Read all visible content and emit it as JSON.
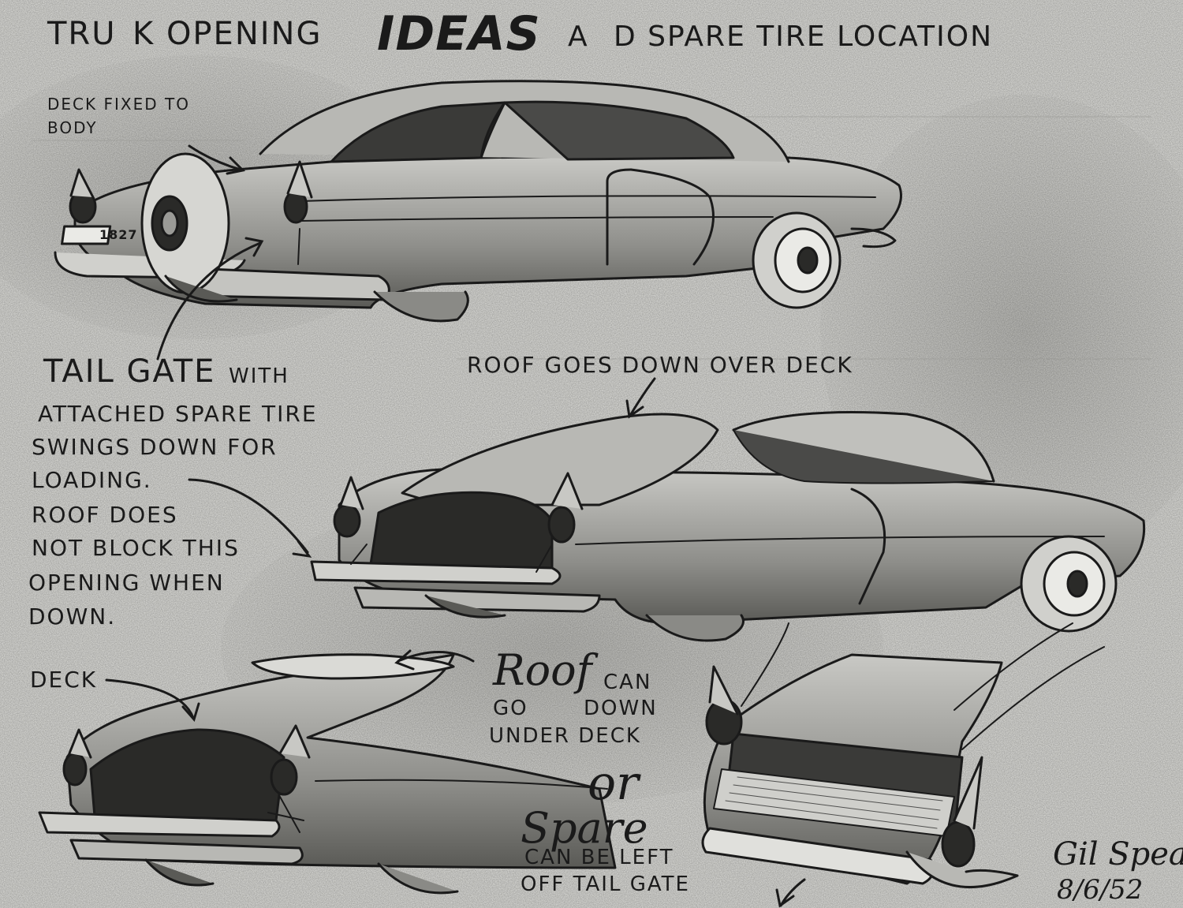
{
  "title": {
    "part1": "TRU",
    "part2": "K OPENING",
    "ideas": "IDEAS",
    "part3": "A",
    "part4": "D SPARE TIRE LOCATION"
  },
  "labels": {
    "deck_fixed_1": "DECK FIXED TO",
    "deck_fixed_2": "BODY",
    "plate": "1827",
    "tail_gate": "TAIL GATE",
    "tail_with": "WITH",
    "tail_l2": "ATTACHED SPARE TIRE",
    "tail_l3": "SWINGS DOWN FOR",
    "tail_l4": "LOADING.",
    "tail_l5": "ROOF DOES",
    "tail_l6": "NOT BLOCK THIS",
    "tail_l7": "OPENING WHEN",
    "tail_l8": "DOWN.",
    "roof_goes": "ROOF GOES DOWN OVER DECK",
    "deck": "DECK",
    "roof_script": "Roof",
    "roof_can": "CAN",
    "go": "GO",
    "down": "DOWN",
    "under_deck": "UNDER DECK",
    "or": "or",
    "spare_script": "Spare",
    "can_be_left": "CAN BE LEFT",
    "off_tail_gate": "OFF TAIL GATE",
    "signature": "Gil Spear",
    "date": "8/6/52"
  },
  "colors": {
    "paper": "#e4e4e0",
    "ink": "#1a1a1a",
    "shade": "#555555"
  }
}
